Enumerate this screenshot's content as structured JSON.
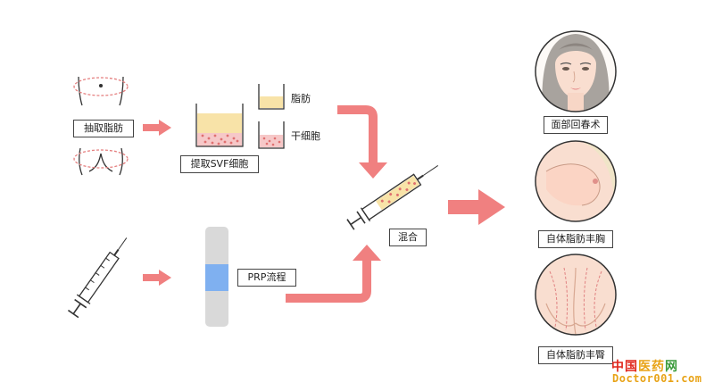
{
  "labels": {
    "extract_fat": "抽取脂肪",
    "extract_svf": "提取SVF细胞",
    "fat": "脂肪",
    "stem_cells": "干细胞",
    "mix": "混合",
    "prp_process": "PRP流程",
    "face_rejuvenation": "面部回春术",
    "breast_augmentation": "自体脂肪丰胸",
    "buttock_augmentation": "自体脂肪丰臀"
  },
  "watermark": {
    "line1_part_a": "中国",
    "line1_part_b": "医药",
    "line1_part_c": "网",
    "line2": "Doctor001.com"
  },
  "colors": {
    "arrow": "#f08080",
    "fat_layer": "#f8e3a8",
    "cell_layer": "#f6c8c8",
    "cell_dot": "#e07070",
    "prp_band": "#7fb0f0",
    "tube": "#d9d9d9",
    "watermark_red": "#e0261b",
    "watermark_gold": "#e8a317",
    "watermark_green": "#3a9a3a"
  }
}
